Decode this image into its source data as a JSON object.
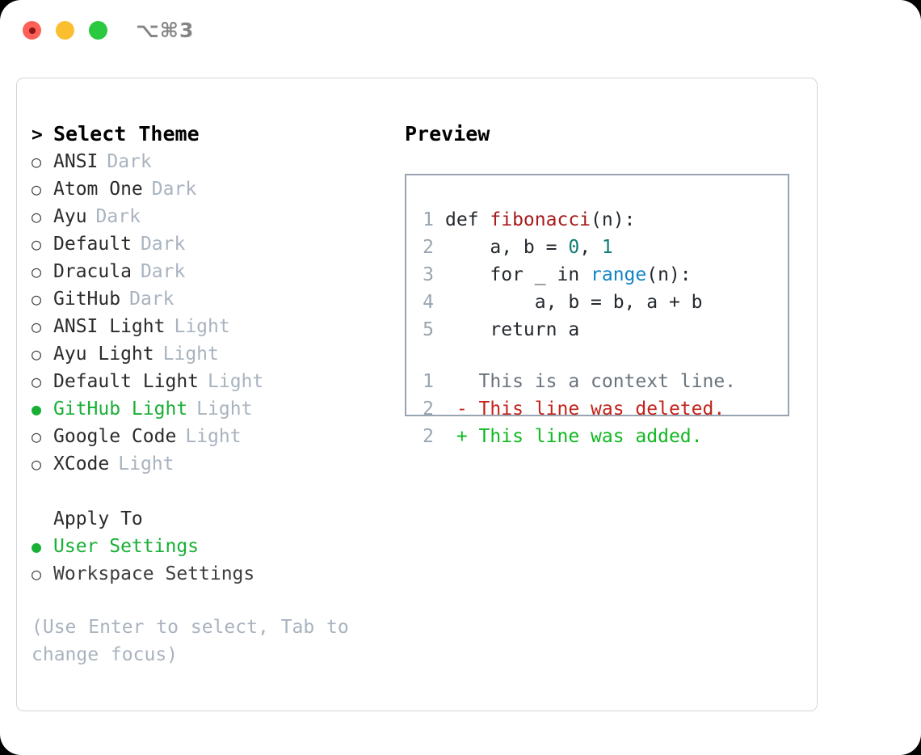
{
  "titlebar": {
    "shortcut": "⌥⌘3",
    "lights": [
      "close",
      "minimize",
      "maximize"
    ]
  },
  "theme_panel": {
    "header_marker": ">",
    "header_title": "Select Theme",
    "bullet_selected": "●",
    "bullet_unselected": "○",
    "themes": [
      {
        "label": "ANSI",
        "tag": "Dark",
        "selected": false
      },
      {
        "label": "Atom One",
        "tag": "Dark",
        "selected": false
      },
      {
        "label": "Ayu",
        "tag": "Dark",
        "selected": false
      },
      {
        "label": "Default",
        "tag": "Dark",
        "selected": false
      },
      {
        "label": "Dracula",
        "tag": "Dark",
        "selected": false
      },
      {
        "label": "GitHub",
        "tag": "Dark",
        "selected": false
      },
      {
        "label": "ANSI Light",
        "tag": "Light",
        "selected": false
      },
      {
        "label": "Ayu Light",
        "tag": "Light",
        "selected": false
      },
      {
        "label": "Default Light",
        "tag": "Light",
        "selected": false
      },
      {
        "label": "GitHub Light",
        "tag": "Light",
        "selected": true
      },
      {
        "label": "Google Code",
        "tag": "Light",
        "selected": false
      },
      {
        "label": "XCode",
        "tag": "Light",
        "selected": false
      }
    ],
    "apply_to": {
      "title": "Apply To",
      "options": [
        {
          "label": "User Settings",
          "selected": true
        },
        {
          "label": "Workspace Settings",
          "selected": false
        }
      ]
    },
    "hint": "(Use Enter to select, Tab to change focus)"
  },
  "preview": {
    "title": "Preview",
    "code_lines": [
      {
        "no": "1",
        "segments": [
          {
            "text": "def ",
            "kind": "plain"
          },
          {
            "text": "fibonacci",
            "kind": "fn"
          },
          {
            "text": "(n):",
            "kind": "plain"
          }
        ]
      },
      {
        "no": "2",
        "segments": [
          {
            "text": "    a, b = ",
            "kind": "plain"
          },
          {
            "text": "0",
            "kind": "num"
          },
          {
            "text": ", ",
            "kind": "plain"
          },
          {
            "text": "1",
            "kind": "num"
          }
        ]
      },
      {
        "no": "3",
        "segments": [
          {
            "text": "    for _ in ",
            "kind": "plain"
          },
          {
            "text": "range",
            "kind": "call"
          },
          {
            "text": "(n):",
            "kind": "plain"
          }
        ]
      },
      {
        "no": "4",
        "segments": [
          {
            "text": "        a, b = b, a + b",
            "kind": "plain"
          }
        ]
      },
      {
        "no": "5",
        "segments": [
          {
            "text": "    return a",
            "kind": "plain"
          }
        ]
      }
    ],
    "diff_lines": [
      {
        "no": "1",
        "marker": " ",
        "text": "This is a context line.",
        "kind": "context"
      },
      {
        "no": "2",
        "marker": "-",
        "text": "This line was deleted.",
        "kind": "delete"
      },
      {
        "no": "2",
        "marker": "+",
        "text": "This line was added.",
        "kind": "add"
      }
    ]
  },
  "colors": {
    "accent_green": "#17b035",
    "muted": "#a9b3bf",
    "border": "#d2d6dc",
    "preview_border": "#98a4b2",
    "diff_add": "#10b822",
    "diff_delete": "#c2231b",
    "syntax_function": "#a81b1b",
    "syntax_number": "#0e7c72",
    "syntax_call": "#1184c4"
  }
}
